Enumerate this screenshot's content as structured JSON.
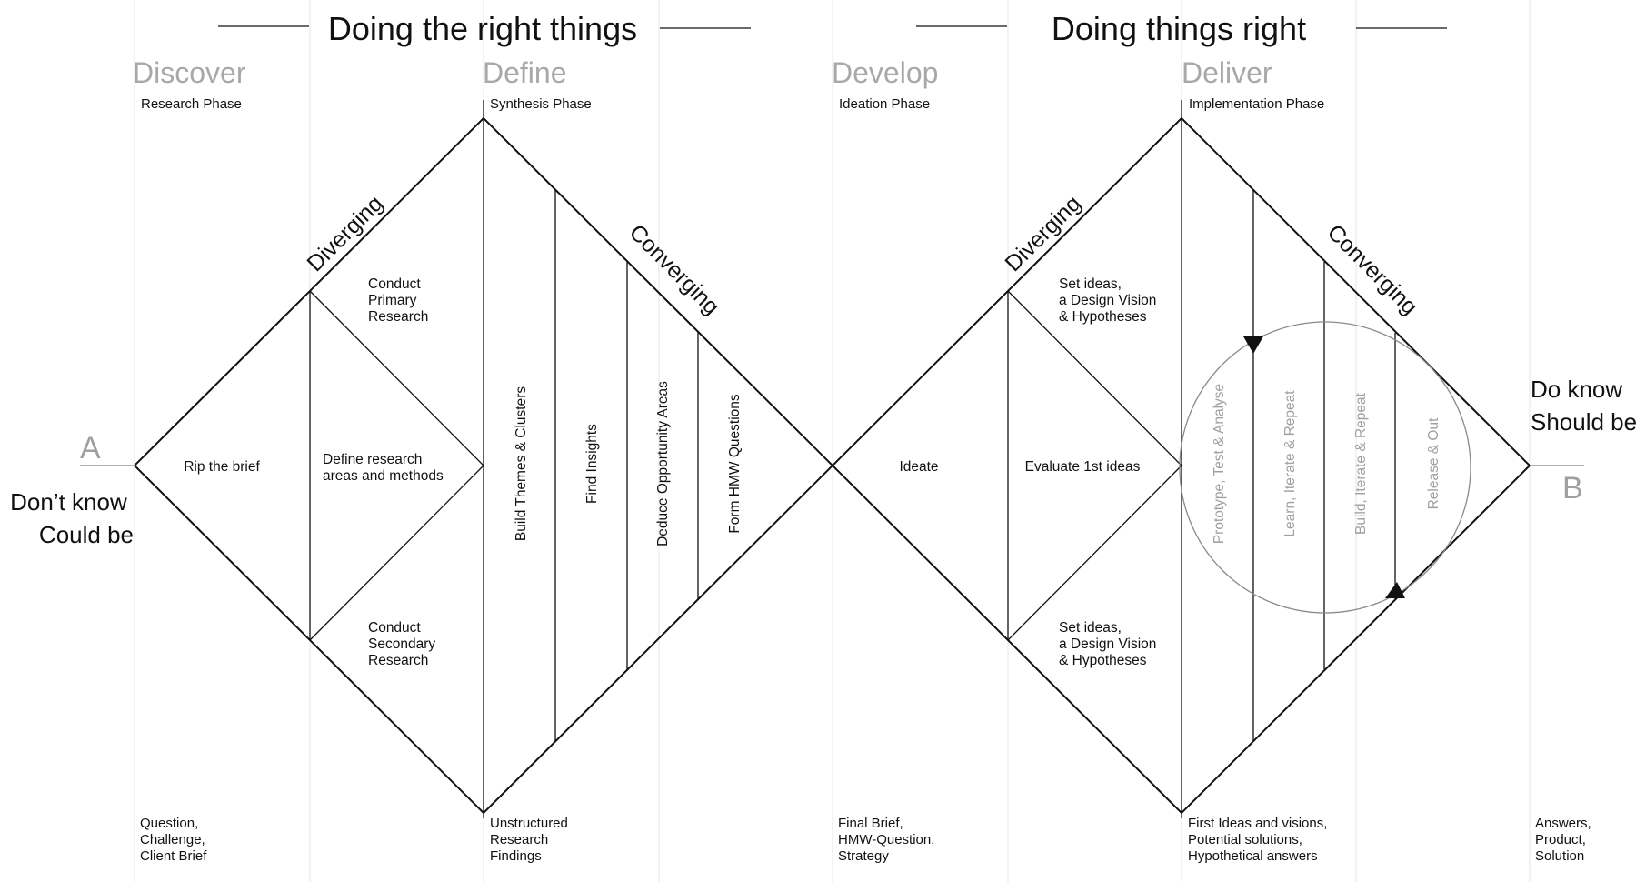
{
  "sections": {
    "left_title": "Doing the right things",
    "right_title": "Doing things right"
  },
  "phases": [
    {
      "name": "Discover",
      "subtitle": "Research Phase",
      "outputs": [
        "Question,",
        "Challenge,",
        "Client Brief"
      ]
    },
    {
      "name": "Define",
      "subtitle": "Synthesis Phase",
      "outputs": [
        "Unstructured",
        "Research",
        "Findings"
      ]
    },
    {
      "name": "Develop",
      "subtitle": "Ideation Phase",
      "outputs": [
        "Final Brief,",
        "HMW-Question,",
        "Strategy"
      ]
    },
    {
      "name": "Deliver",
      "subtitle": "Implementation Phase",
      "outputs": [
        "First Ideas and visions,",
        "Potential solutions,",
        "Hypothetical answers"
      ]
    }
  ],
  "end_outputs": [
    "Answers,",
    "Product,",
    "Solution"
  ],
  "start": {
    "label": "A",
    "states": [
      "Don’t know",
      "Could be"
    ]
  },
  "end": {
    "label": "B",
    "states": [
      "Do know",
      "Should be"
    ]
  },
  "diamond1": {
    "diverging": "Diverging",
    "converging": "Converging",
    "rip_brief": "Rip the brief",
    "define_research": [
      "Define research",
      "areas and methods"
    ],
    "primary_research": [
      "Conduct",
      "Primary",
      "Research"
    ],
    "secondary_research": [
      "Conduct",
      "Secondary",
      "Research"
    ],
    "steps": [
      "Build Themes & Clusters",
      "Find Insights",
      "Deduce Opportunity Areas",
      "Form HMW Questions"
    ]
  },
  "diamond2": {
    "diverging": "Diverging",
    "converging": "Converging",
    "ideate": "Ideate",
    "evaluate": "Evaluate 1st ideas",
    "set_ideas_top": [
      "Set ideas,",
      "a Design Vision",
      "& Hypotheses"
    ],
    "set_ideas_bottom": [
      "Set ideas,",
      "a Design Vision",
      "& Hypotheses"
    ],
    "loop_steps": [
      "Prototype, Test & Analyse",
      "Learn, Iterate & Repeat",
      "Build, Iterate & Repeat",
      "Release & Out"
    ]
  }
}
